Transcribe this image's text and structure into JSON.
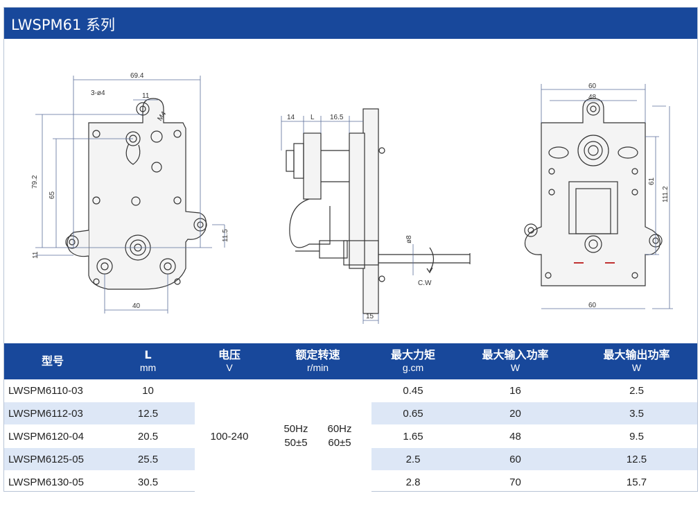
{
  "title": "LWSPM61 系列",
  "dimensions": {
    "front": {
      "d1": "69.4",
      "d2": "3-ø4",
      "d3": "11",
      "d4": "M4",
      "d5": "79.2",
      "d6": "65",
      "d7": "11",
      "d8": "11.5",
      "d9": "40"
    },
    "side": {
      "d1": "14",
      "d2": "L",
      "d3": "16.5",
      "d4": "ø8",
      "d5": "C.W",
      "d6": "15"
    },
    "rear": {
      "d1": "60",
      "d2": "48",
      "d3": "61",
      "d4": "111.2",
      "d5": "60"
    }
  },
  "table": {
    "headers": [
      {
        "label": "型号",
        "unit": ""
      },
      {
        "label": "L",
        "unit": "mm"
      },
      {
        "label": "电压",
        "unit": "V"
      },
      {
        "label": "额定转速",
        "unit": "r/min"
      },
      {
        "label": "最大力矩",
        "unit": "g.cm"
      },
      {
        "label": "最大输入功率",
        "unit": "W"
      },
      {
        "label": "最大输出功率",
        "unit": "W"
      }
    ],
    "voltage": "100-240",
    "freq_50": "50Hz",
    "speed_50": "50±5",
    "freq_60": "60Hz",
    "speed_60": "60±5",
    "rows": [
      {
        "model": "LWSPM6110-03",
        "l": "10",
        "torque": "0.45",
        "pin": "16",
        "pout": "2.5"
      },
      {
        "model": "LWSPM6112-03",
        "l": "12.5",
        "torque": "0.65",
        "pin": "20",
        "pout": "3.5"
      },
      {
        "model": "LWSPM6120-04",
        "l": "20.5",
        "torque": "1.65",
        "pin": "48",
        "pout": "9.5"
      },
      {
        "model": "LWSPM6125-05",
        "l": "25.5",
        "torque": "2.5",
        "pin": "60",
        "pout": "12.5"
      },
      {
        "model": "LWSPM6130-05",
        "l": "30.5",
        "torque": "2.8",
        "pin": "70",
        "pout": "15.7"
      }
    ]
  }
}
